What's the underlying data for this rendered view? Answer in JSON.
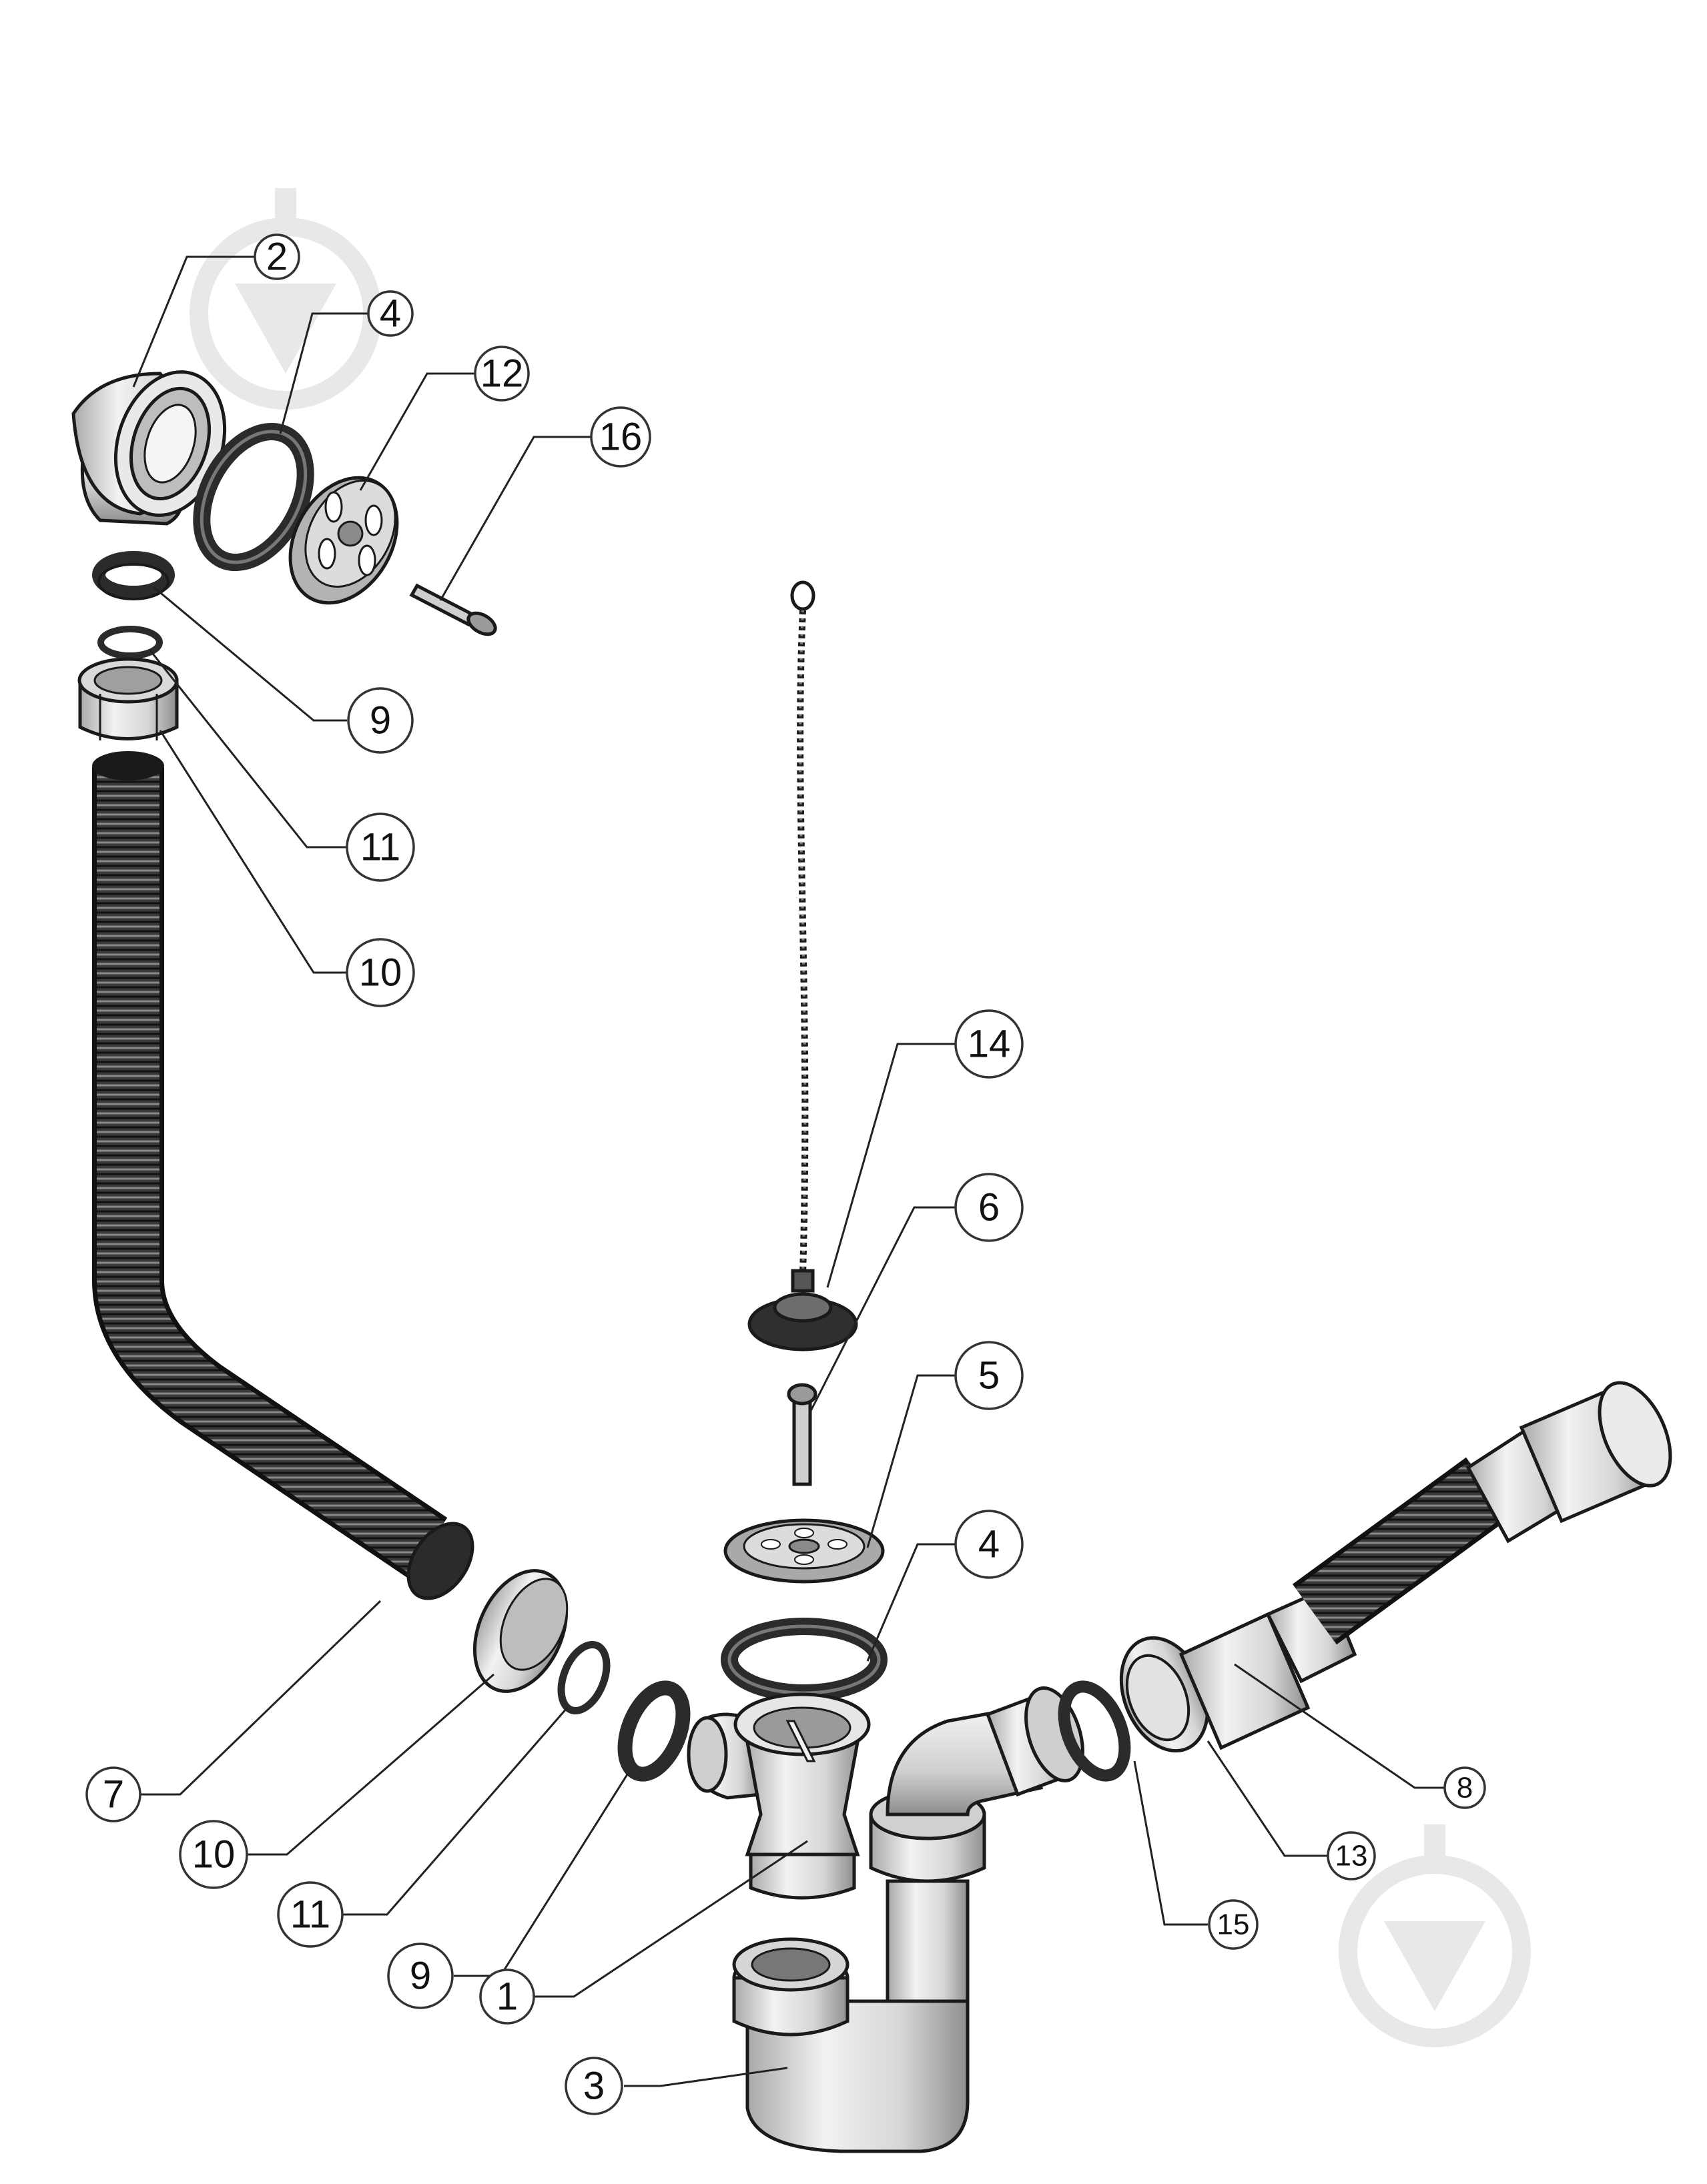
{
  "colors": {
    "outline": "#1a1a1a",
    "plastic_light": "#e6e6e6",
    "plastic_mid": "#bdbdbd",
    "rubber_dark": "#2b2b2b",
    "watermark": "#e8e8e8"
  },
  "icons": [
    "watermark-logo-icon"
  ],
  "callouts": [
    {
      "id": "c2",
      "label": "2"
    },
    {
      "id": "c4a",
      "label": "4"
    },
    {
      "id": "c12",
      "label": "12"
    },
    {
      "id": "c16",
      "label": "16"
    },
    {
      "id": "c9a",
      "label": "9"
    },
    {
      "id": "c11a",
      "label": "11"
    },
    {
      "id": "c10a",
      "label": "10"
    },
    {
      "id": "c14",
      "label": "14"
    },
    {
      "id": "c6",
      "label": "6"
    },
    {
      "id": "c5",
      "label": "5"
    },
    {
      "id": "c4b",
      "label": "4"
    },
    {
      "id": "c7",
      "label": "7"
    },
    {
      "id": "c10b",
      "label": "10"
    },
    {
      "id": "c11b",
      "label": "11"
    },
    {
      "id": "c9b",
      "label": "9"
    },
    {
      "id": "c1",
      "label": "1"
    },
    {
      "id": "c3",
      "label": "3"
    },
    {
      "id": "c8",
      "label": "8"
    },
    {
      "id": "c13",
      "label": "13"
    },
    {
      "id": "c15",
      "label": "15"
    }
  ]
}
